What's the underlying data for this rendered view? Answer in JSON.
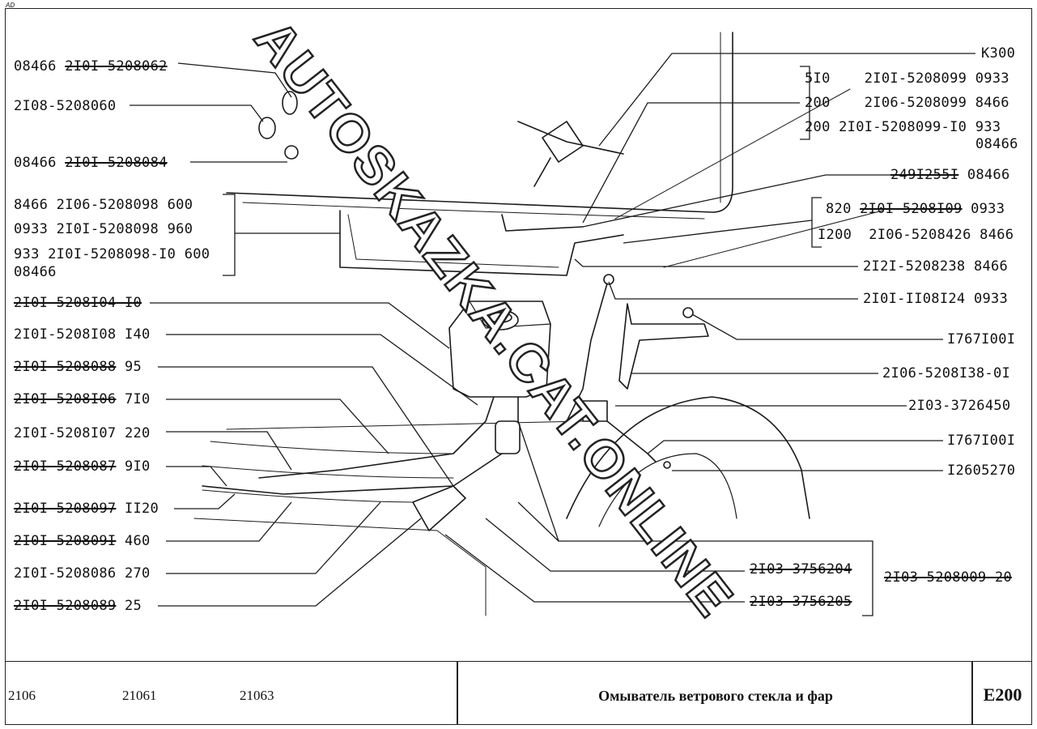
{
  "corner_mark": "AD",
  "watermark": "AUTOSKAZKA.CAT.ONLINE",
  "labels_left": [
    {
      "parts": [
        {
          "t": "08466 ",
          "s": false
        },
        {
          "t": "2I0I-5208062",
          "s": true
        }
      ]
    },
    {
      "parts": [
        {
          "t": "2I08-5208060",
          "s": false
        }
      ]
    },
    {
      "parts": [
        {
          "t": "08466 ",
          "s": false
        },
        {
          "t": "2I0I-5208084",
          "s": true
        }
      ]
    },
    {
      "parts": [
        {
          "t": "8466 2I06-5208098 600",
          "s": false
        }
      ]
    },
    {
      "parts": [
        {
          "t": "0933 2I0I-5208098 960",
          "s": false
        }
      ]
    },
    {
      "parts": [
        {
          "t": "933 2I0I-5208098-I0 600",
          "s": false
        }
      ]
    },
    {
      "parts": [
        {
          "t": "08466",
          "s": false
        }
      ]
    },
    {
      "parts": [
        {
          "t": "2I0I-5208I04-I0",
          "s": true
        }
      ]
    },
    {
      "parts": [
        {
          "t": "2I0I-5208I08 I40",
          "s": false
        }
      ]
    },
    {
      "parts": [
        {
          "t": "2I0I-5208088",
          "s": true
        },
        {
          "t": " 95",
          "s": false
        }
      ]
    },
    {
      "parts": [
        {
          "t": "2I0I-5208I06",
          "s": true
        },
        {
          "t": " 7I0",
          "s": false
        }
      ]
    },
    {
      "parts": [
        {
          "t": "2I0I-5208I07 220",
          "s": false
        }
      ]
    },
    {
      "parts": [
        {
          "t": "2I0I-5208087",
          "s": true
        },
        {
          "t": " 9I0",
          "s": false
        }
      ]
    },
    {
      "parts": [
        {
          "t": "2I0I-5208097",
          "s": true
        },
        {
          "t": " II20",
          "s": false
        }
      ]
    },
    {
      "parts": [
        {
          "t": "2I0I-520809I",
          "s": true
        },
        {
          "t": " 460",
          "s": false
        }
      ]
    },
    {
      "parts": [
        {
          "t": "2I0I-5208086 270",
          "s": false
        }
      ]
    },
    {
      "parts": [
        {
          "t": "2I0I-5208089",
          "s": true
        },
        {
          "t": " 25",
          "s": false
        }
      ]
    }
  ],
  "labels_right": [
    {
      "parts": [
        {
          "t": "K300",
          "s": false
        }
      ]
    },
    {
      "parts": [
        {
          "t": "5I0    2I0I-5208099 0933",
          "s": false
        }
      ]
    },
    {
      "parts": [
        {
          "t": "200    2I06-5208099 8466",
          "s": false
        }
      ]
    },
    {
      "parts": [
        {
          "t": "200 2I0I-5208099-I0 933",
          "s": false
        }
      ]
    },
    {
      "parts": [
        {
          "t": "08466",
          "s": false
        }
      ]
    },
    {
      "parts": [
        {
          "t": "249I255I",
          "s": true
        },
        {
          "t": " 08466",
          "s": false
        }
      ]
    },
    {
      "parts": [
        {
          "t": "820 ",
          "s": false
        },
        {
          "t": "2I0I-5208I09",
          "s": true
        },
        {
          "t": " 0933",
          "s": false
        }
      ]
    },
    {
      "parts": [
        {
          "t": "I200  2I06-5208426 8466",
          "s": false
        }
      ]
    },
    {
      "parts": [
        {
          "t": "2I2I-5208238 8466",
          "s": false
        }
      ]
    },
    {
      "parts": [
        {
          "t": "2I0I-II08I24 0933",
          "s": false
        }
      ]
    },
    {
      "parts": [
        {
          "t": "I767I00I",
          "s": false
        }
      ]
    },
    {
      "parts": [
        {
          "t": "2I06-5208I38-0I",
          "s": false
        }
      ]
    },
    {
      "parts": [
        {
          "t": "2I03-3726450",
          "s": false
        }
      ]
    },
    {
      "parts": [
        {
          "t": "I767I00I",
          "s": false
        }
      ]
    },
    {
      "parts": [
        {
          "t": "I2605270",
          "s": false
        }
      ]
    },
    {
      "parts": [
        {
          "t": "2I03-5208009-20",
          "s": true
        }
      ]
    },
    {
      "parts": [
        {
          "t": "2I03-3756204",
          "s": true
        }
      ]
    },
    {
      "parts": [
        {
          "t": "2I03-3756205",
          "s": true
        }
      ]
    }
  ],
  "footer": {
    "model_1": "2106",
    "model_2": "21061",
    "model_3": "21063",
    "title": "Омыватель ветрового стекла и фар",
    "code": "E200"
  }
}
